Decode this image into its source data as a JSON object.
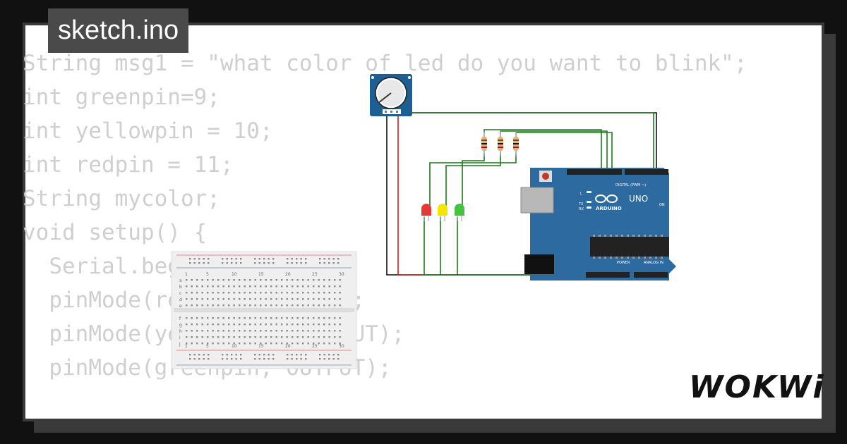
{
  "project": {
    "tab_label": "sketch.ino"
  },
  "code": {
    "lines": [
      "String msg1 = \"what color of led do you want to blink\";",
      "int greenpin=9;",
      "int yellowpin = 10;",
      "int redpin = 11;",
      "String mycolor;",
      "void setup() {",
      "  Serial.begin(9600);",
      "  pinMode(redpin, OUTPUT);",
      "  pinMode(yellowpin, OUTPUT);",
      "  pinMode(greenpin, OUTPUT);"
    ]
  },
  "breadboard": {
    "column_labels": [
      "1",
      "5",
      "10",
      "15",
      "20",
      "25",
      "30"
    ],
    "row_labels_top": [
      "a",
      "b",
      "c",
      "d",
      "e"
    ],
    "row_labels_bottom": [
      "f",
      "g",
      "h",
      "i",
      "j"
    ]
  },
  "arduino": {
    "model": "UNO",
    "brand": "ARDUINO",
    "digital_label": "DIGITAL (PWM ~)",
    "analog_label": "ANALOG IN",
    "power_label": "POWER",
    "on_label": "ON",
    "tx_label": "TX",
    "rx_label": "RX",
    "l_label": "L"
  },
  "leds": [
    {
      "color": "#e53935"
    },
    {
      "color": "#f5e600"
    },
    {
      "color": "#43c33f"
    }
  ],
  "colors": {
    "board": "#2d6aa0",
    "wire_green": "#1a7a1a",
    "wire_red": "#d81b1b",
    "wire_black": "#111111",
    "pot_blue": "#1d5f93"
  },
  "brand": {
    "logo_text": "WOKWi"
  }
}
